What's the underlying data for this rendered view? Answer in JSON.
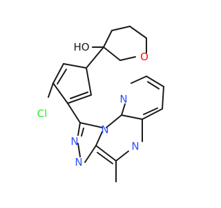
{
  "structure": {
    "atoms": {
      "hydroxyl": "HO",
      "ring_oxygen": "O",
      "chlorine": "Cl",
      "nitrogen_pyridine": "N",
      "nitrogen_triazole_a": "N",
      "nitrogen_triazole_b": "N",
      "nitrogen_bridgehead": "N",
      "nitrogen_pyrazine": "N"
    },
    "colors": {
      "bond": "#1a1a1a",
      "oxygen": "#ff0d0d",
      "nitrogen": "#3050f8",
      "chlorine": "#1ff01f",
      "carbon_label": "#1a1a1a"
    }
  }
}
